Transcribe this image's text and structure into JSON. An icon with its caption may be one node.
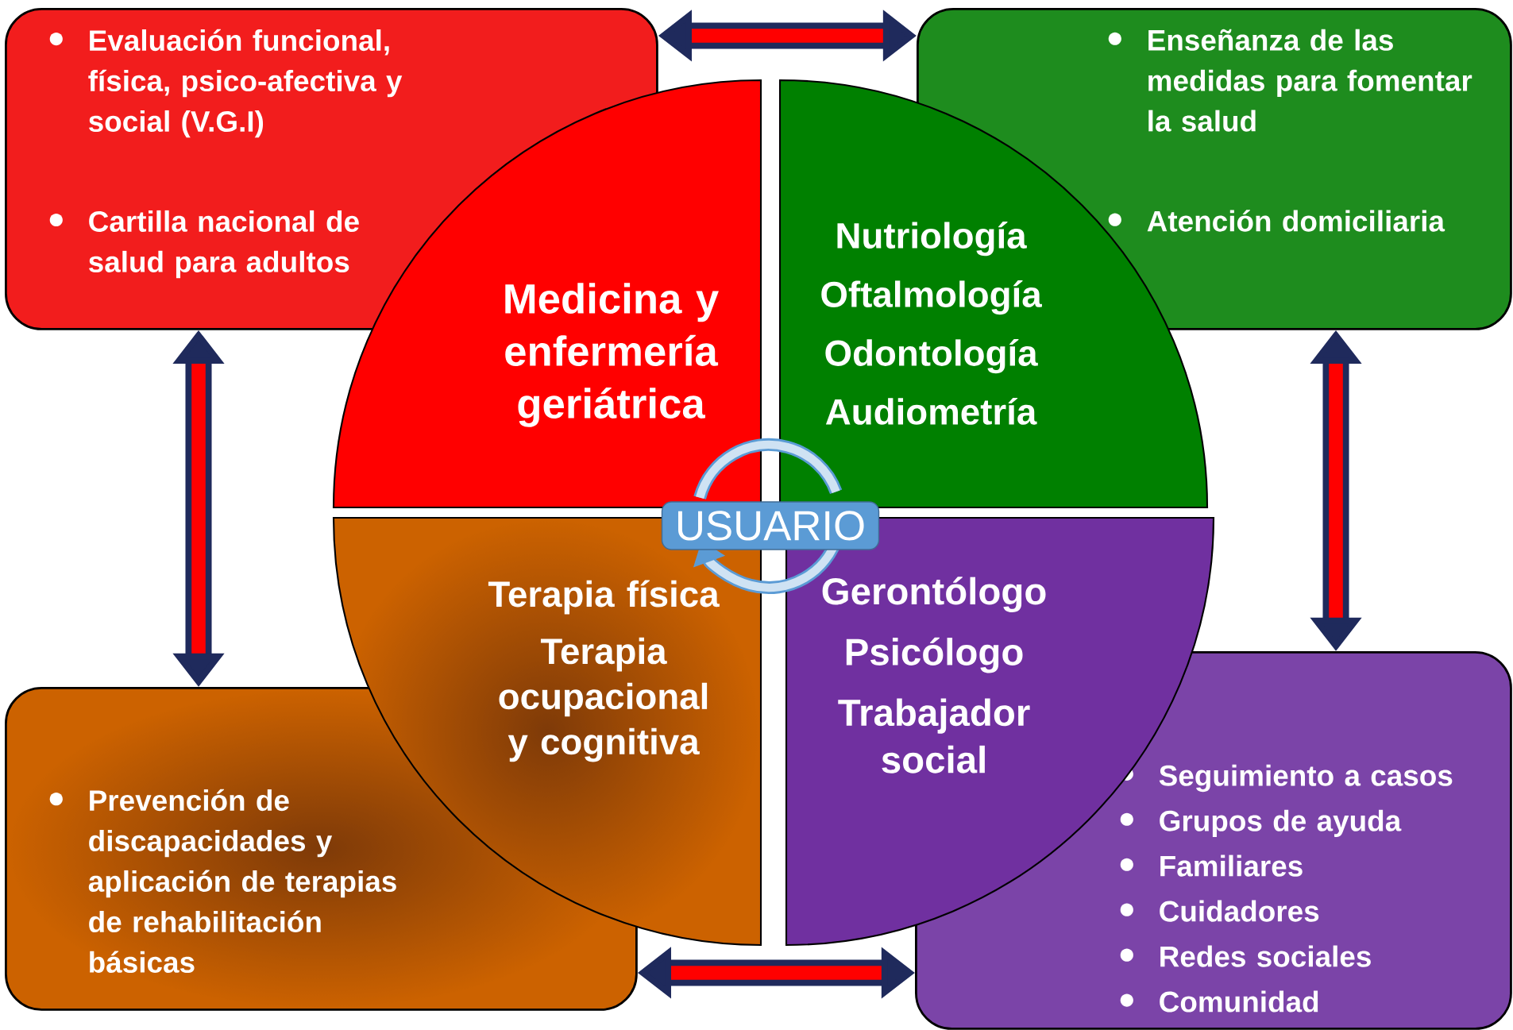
{
  "diagram": {
    "nodes": [
      {
        "text": [
          "Evaluación funcional, física, psico-afectiva y social (V.G.I)",
          "Cartilla nacional de salud para adultos"
        ]
      },
      {
        "text": [
          "Enseñanza de las medidas para fomentar la salud",
          "Atención domiciliaria"
        ]
      },
      {
        "text": [
          "Medicina y enfermería geriátrica"
        ]
      },
      {
        "text": [
          "Nutriología",
          "Oftalmología",
          "Odontología",
          "Audiometría"
        ]
      },
      {
        "text": [
          "USUARIO"
        ]
      },
      {
        "text": [
          "Terapia física",
          "Terapia ocupacional y cognitiva"
        ]
      },
      {
        "text": [
          "Gerontólogo",
          "Psicólogo",
          "Trabajador social"
        ]
      },
      {
        "text": [
          "Prevención de discapacidades y aplicación de terapias de rehabilitación básicas"
        ]
      },
      {
        "text": [
          "Seguimiento a casos",
          "Grupos de ayuda",
          "Familiares",
          "Cuidadores",
          "Redes sociales",
          "Comunidad"
        ]
      }
    ],
    "edges": [
      {
        "from": 0,
        "to": 1,
        "arrow": "both"
      },
      {
        "from": 0,
        "to": 7,
        "arrow": "both"
      },
      {
        "from": 1,
        "to": 8,
        "arrow": "both"
      },
      {
        "from": 7,
        "to": 8,
        "arrow": "both"
      }
    ]
  }
}
